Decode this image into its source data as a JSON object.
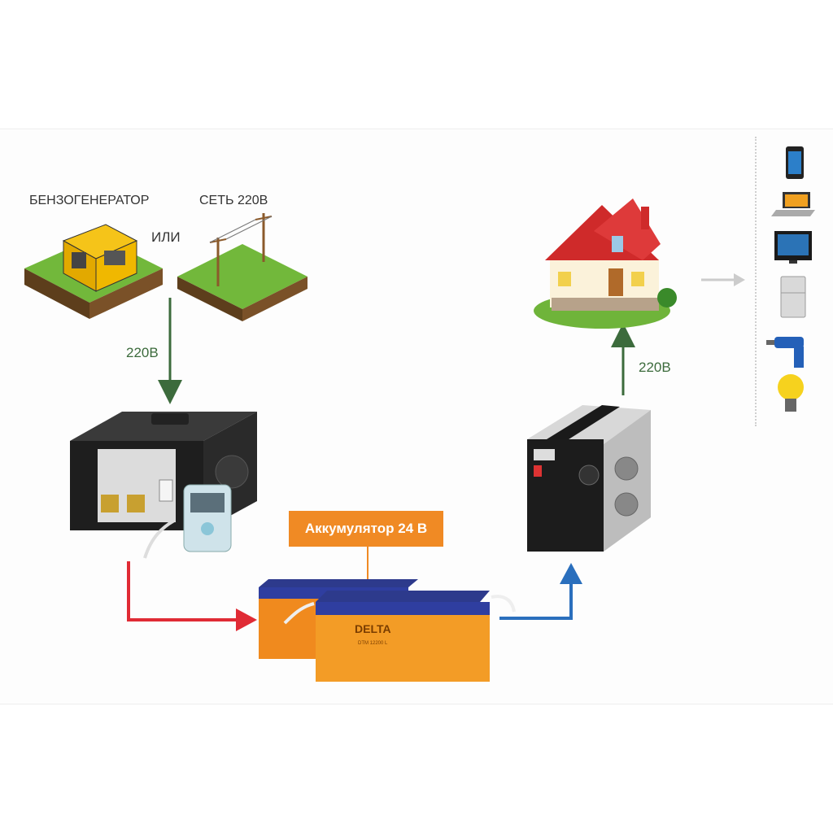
{
  "sources": {
    "generator_label": "БЕНЗОГЕНЕРАТОР",
    "grid_label": "СЕТЬ 220В",
    "or_label": "ИЛИ"
  },
  "flows": {
    "input_voltage": "220В",
    "output_voltage": "220В"
  },
  "battery": {
    "label": "Аккумулятор 24 В",
    "brand": "DELTA",
    "model": "DTM 12200 L"
  },
  "devices": [
    "phone-icon",
    "laptop-icon",
    "tv-icon",
    "fridge-icon",
    "drill-icon",
    "lightbulb-icon"
  ],
  "colors": {
    "charge_arrow": "#e02b35",
    "discharge_arrow": "#2a6fbd",
    "ac_arrow": "#3c6b3c",
    "accent": "#f08a24"
  }
}
